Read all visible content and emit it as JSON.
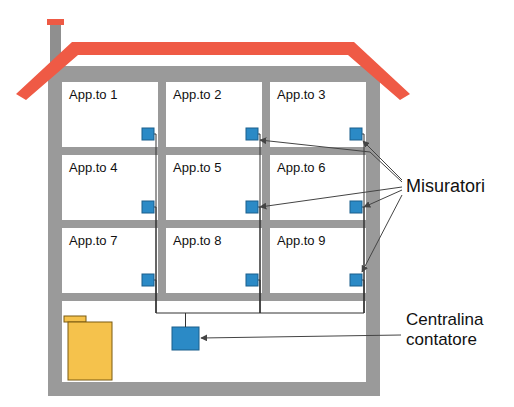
{
  "diagram": {
    "nodes": [
      {
        "text": [
          "App.to 1"
        ]
      },
      {
        "text": [
          "App.to 2"
        ]
      },
      {
        "text": [
          "App.to 3"
        ]
      },
      {
        "text": [
          "App.to 4"
        ]
      },
      {
        "text": [
          "App.to 5"
        ]
      },
      {
        "text": [
          "App.to 6"
        ]
      },
      {
        "text": [
          "App.to 7"
        ]
      },
      {
        "text": [
          "App.to 8"
        ]
      },
      {
        "text": [
          "App.to 9"
        ]
      }
    ],
    "labels": [
      "Misuratori",
      "Centralina contatore"
    ]
  }
}
